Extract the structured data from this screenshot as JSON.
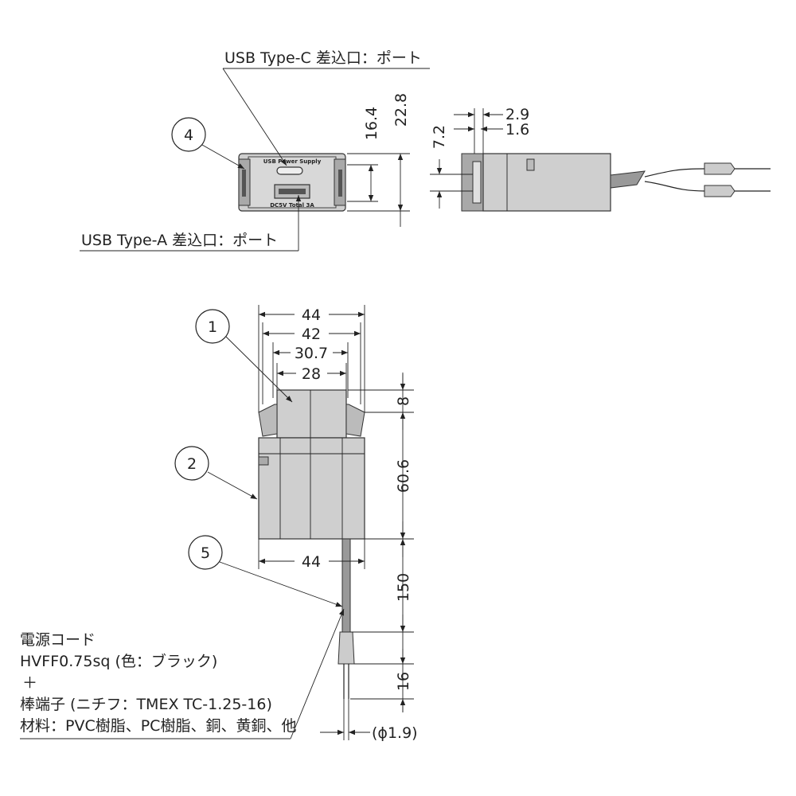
{
  "callouts": {
    "usb_c": "USB Type-C 差込口：ポート",
    "usb_a": "USB Type-A 差込口：ポート"
  },
  "front_view": {
    "top_label": "USB Power Supply",
    "bottom_label": "DC5V Total 3A"
  },
  "dimensions": {
    "d16_4": "16.4",
    "d22_8": "22.8",
    "d2_9": "2.9",
    "d1_6": "1.6",
    "d7_2": "7.2",
    "d44_top": "44",
    "d42": "42",
    "d30_7": "30.7",
    "d28": "28",
    "d8": "8",
    "d60_6": "60.6",
    "d44_bottom": "44",
    "d150": "150",
    "d16": "16",
    "d_phi": "(ϕ1.9)"
  },
  "part_numbers": {
    "p1": "1",
    "p2": "2",
    "p4": "4",
    "p5": "5"
  },
  "cord_note": {
    "line1": "電源コード",
    "line2": "HVFF0.75sq (色：ブラック)",
    "line3": "＋",
    "line4": "棒端子 (ニチフ：TMEX TC-1.25-16)",
    "line5": "材料：PVC樹脂、PC樹脂、銅、黄銅、他"
  }
}
